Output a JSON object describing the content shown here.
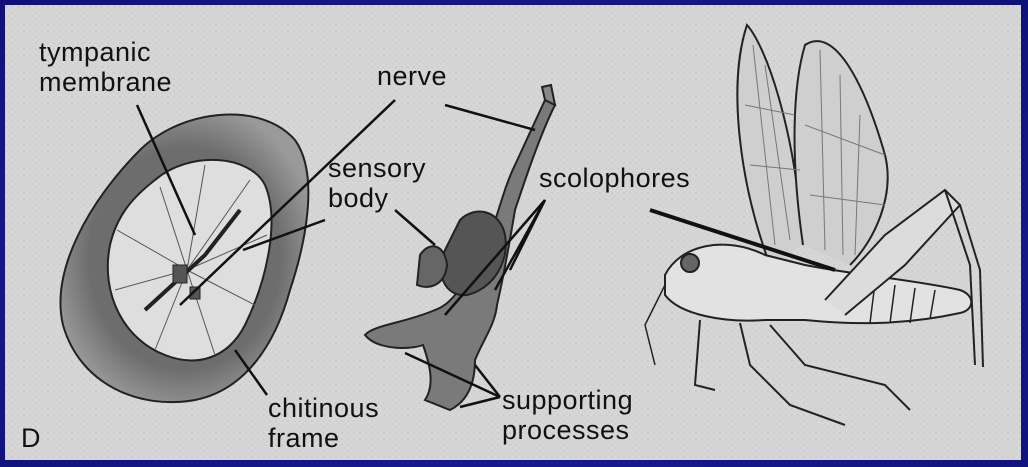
{
  "diagram": {
    "panel_letter": "D",
    "labels": {
      "tympanic_membrane_1": "tympanic",
      "tympanic_membrane_2": "membrane",
      "nerve": "nerve",
      "sensory_body_1": "sensory",
      "sensory_body_2": "body",
      "scolophores": "scolophores",
      "chitinous_frame_1": "chitinous",
      "chitinous_frame_2": "frame",
      "supporting_processes_1": "supporting",
      "supporting_processes_2": "processes"
    },
    "colors": {
      "background": "#151585",
      "paper": "#d9d9d9",
      "ink": "#111111"
    }
  }
}
